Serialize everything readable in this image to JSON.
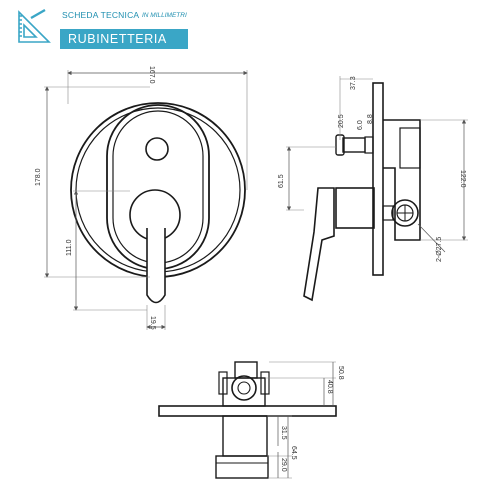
{
  "header": {
    "title": "SCHEDA TECNICA",
    "subtitle": "IN MILLIMETRI",
    "banner": "RUBINETTERIA"
  },
  "dims": {
    "front_width": "167.0",
    "front_height": "178.0",
    "handle_axis_height": "111.0",
    "handle_width": "19.5",
    "side_top_a": "37.3",
    "side_top_b": "20.5",
    "side_top_c": "6.0",
    "side_top_d": "8.8",
    "side_spout": "61.5",
    "side_body": "122.0",
    "side_conn": "2-Ø27.5",
    "top_a": "50.8",
    "top_b": "40.8",
    "top_c": "31.5",
    "top_d": "64.5",
    "top_e": "29.0"
  },
  "colors": {
    "accent": "#3aa6c6",
    "line": "#1a1a1a",
    "dim": "#666666"
  }
}
